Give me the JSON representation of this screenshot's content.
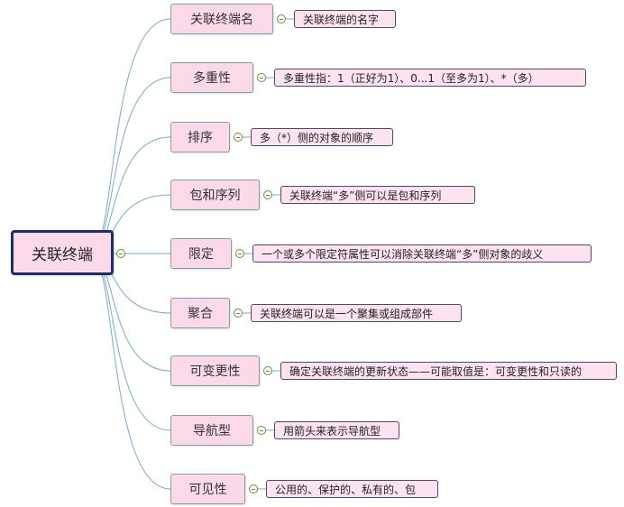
{
  "root": {
    "label": "关联终端"
  },
  "branches": [
    {
      "label": "关联终端名",
      "detail": "关联终端的名字"
    },
    {
      "label": "多重性",
      "detail": "多重性指：1（正好为1）、0...1（至多为1）、*（多）"
    },
    {
      "label": "排序",
      "detail": "多（*）侧的对象的顺序"
    },
    {
      "label": "包和序列",
      "detail": "关联终端“多”侧可以是包和序列"
    },
    {
      "label": "限定",
      "detail": "一个或多个限定符属性可以消除关联终端“多”侧对象的歧义"
    },
    {
      "label": "聚合",
      "detail": "关联终端可以是一个聚集或组成部件"
    },
    {
      "label": "可变更性",
      "detail": "确定关联终端的更新状态——可能取值是：可变更性和只读的"
    },
    {
      "label": "导航型",
      "detail": "用箭头来表示导航型"
    },
    {
      "label": "可见性",
      "detail": "公用的、保护的、私有的、包"
    }
  ],
  "colors": {
    "node_fill": "#fbd9e8",
    "leaf_fill": "#fde3ef",
    "root_border": "#1f2f66",
    "connector": "#7fa7c9",
    "toggle": "#6c8c3c"
  }
}
